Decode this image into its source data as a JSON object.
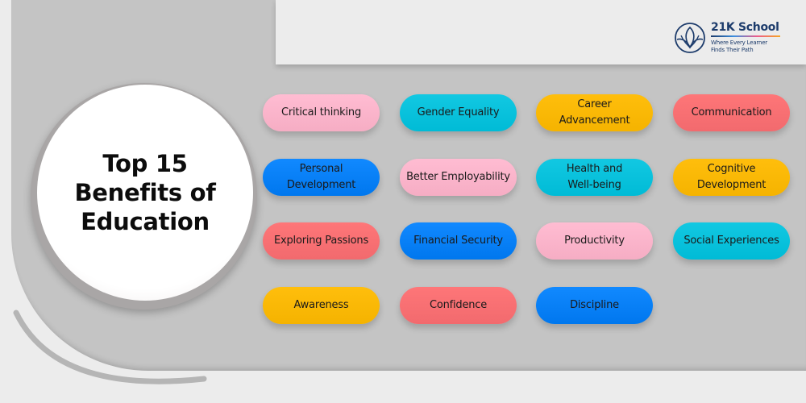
{
  "title": {
    "line1": "Top 15",
    "line2": "Benefits of",
    "line3": "Education"
  },
  "logo": {
    "icon": "lotus-icon",
    "name": "21K School",
    "tagline_line1": "Where Every Learner",
    "tagline_line2": "Finds Their Path",
    "brand_color": "#1c3b6b"
  },
  "colors": {
    "pink": "#ffbcd2",
    "cyan": "#00bbd6",
    "yellow": "#ffbe0c",
    "red": "#fe7678",
    "blue": "#0a80f8",
    "panel": "#c4c4c4",
    "background": "#ececec"
  },
  "benefits": [
    {
      "label": "Critical thinking",
      "color": "pink"
    },
    {
      "label": "Gender Equality",
      "color": "cyan"
    },
    {
      "label": "Career Advancement",
      "color": "yellow"
    },
    {
      "label": "Communication",
      "color": "red"
    },
    {
      "label": "Personal Development",
      "color": "blue"
    },
    {
      "label": "Better Employability",
      "color": "pink"
    },
    {
      "label": "Health and Well-being",
      "color": "cyan"
    },
    {
      "label": "Cognitive Development",
      "color": "yellow"
    },
    {
      "label": "Exploring Passions",
      "color": "red"
    },
    {
      "label": "Financial Security",
      "color": "blue"
    },
    {
      "label": "Productivity",
      "color": "pink"
    },
    {
      "label": "Social Experiences",
      "color": "cyan"
    },
    {
      "label": "Awareness",
      "color": "yellow"
    },
    {
      "label": "Confidence",
      "color": "red"
    },
    {
      "label": "Discipline",
      "color": "blue"
    }
  ]
}
